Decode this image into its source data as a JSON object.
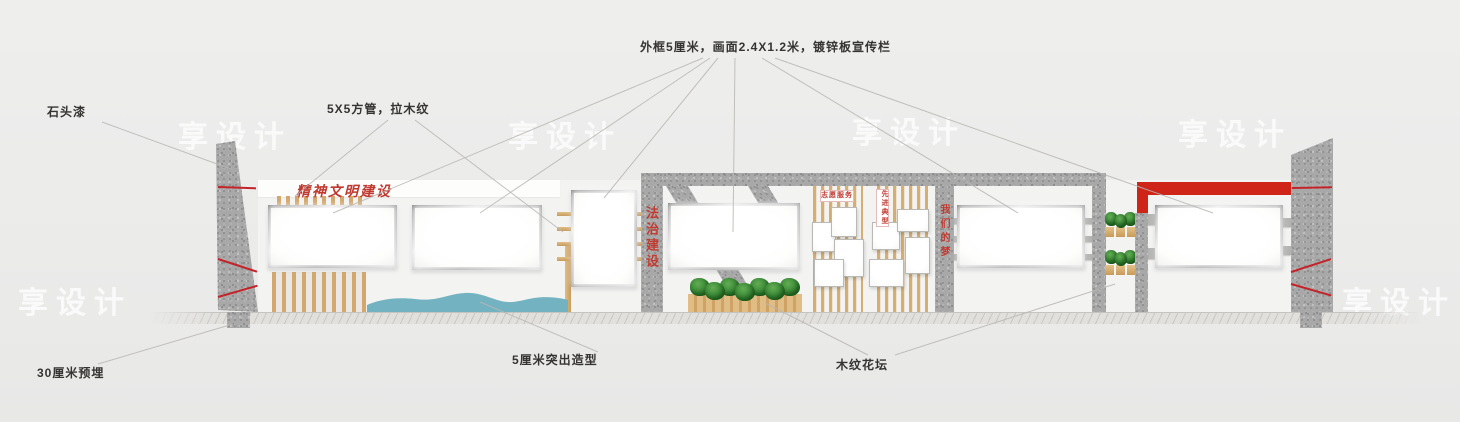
{
  "annotations": {
    "frame_spec": "外框5厘米，画面2.4X1.2米，镀锌板宣传栏",
    "stone_paint": "石头漆",
    "square_tube": "5X5方管，拉木纹",
    "embed_depth": "30厘米预埋",
    "protrusion": "5厘米突出造型",
    "wood_planter": "木纹花坛"
  },
  "wall_titles": {
    "section_spirit": "精神文明建设",
    "section_law": "法治建设",
    "photo_label_service": "志愿服务",
    "photo_label_model": "先进典型",
    "pillar_slogan": "我们的梦"
  },
  "watermark": {
    "text": "享设计"
  },
  "colors": {
    "accent_red": "#cf2519",
    "title_red": "#c0382e",
    "wood_tan": "#d6ae72",
    "water_blue": "#73b2c0",
    "granite_gray": "#a8a8a8"
  }
}
